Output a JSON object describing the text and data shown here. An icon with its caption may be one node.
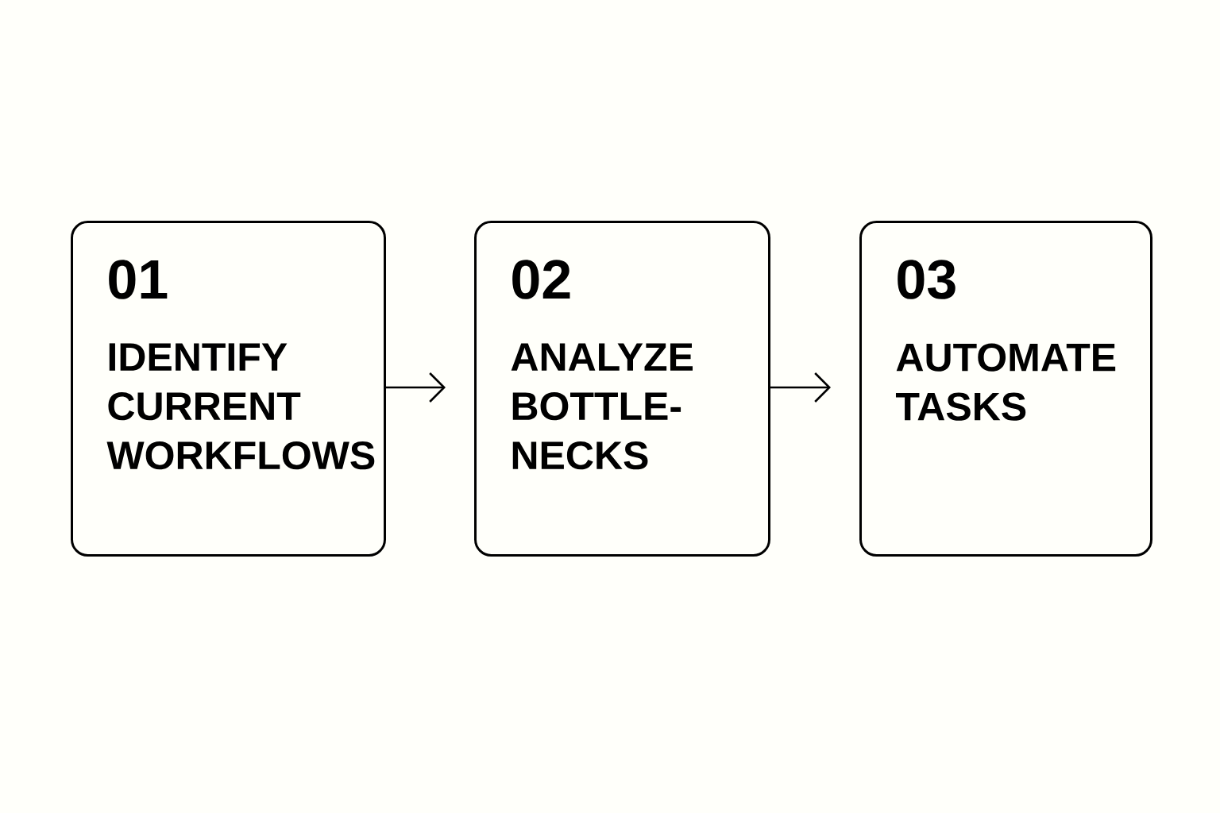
{
  "diagram": {
    "nodes": [
      {
        "text": [
          "01",
          "IDENTIFY CURRENT WORKFLOWS"
        ]
      },
      {
        "text": [
          "02",
          "ANALYZE BOTTLE- NECKS"
        ]
      },
      {
        "text": [
          "03",
          "AUTOMATE TASKS"
        ]
      }
    ],
    "edges": [
      {
        "from": 0,
        "to": 1,
        "arrow": "to"
      },
      {
        "from": 1,
        "to": 2,
        "arrow": "to"
      }
    ]
  }
}
